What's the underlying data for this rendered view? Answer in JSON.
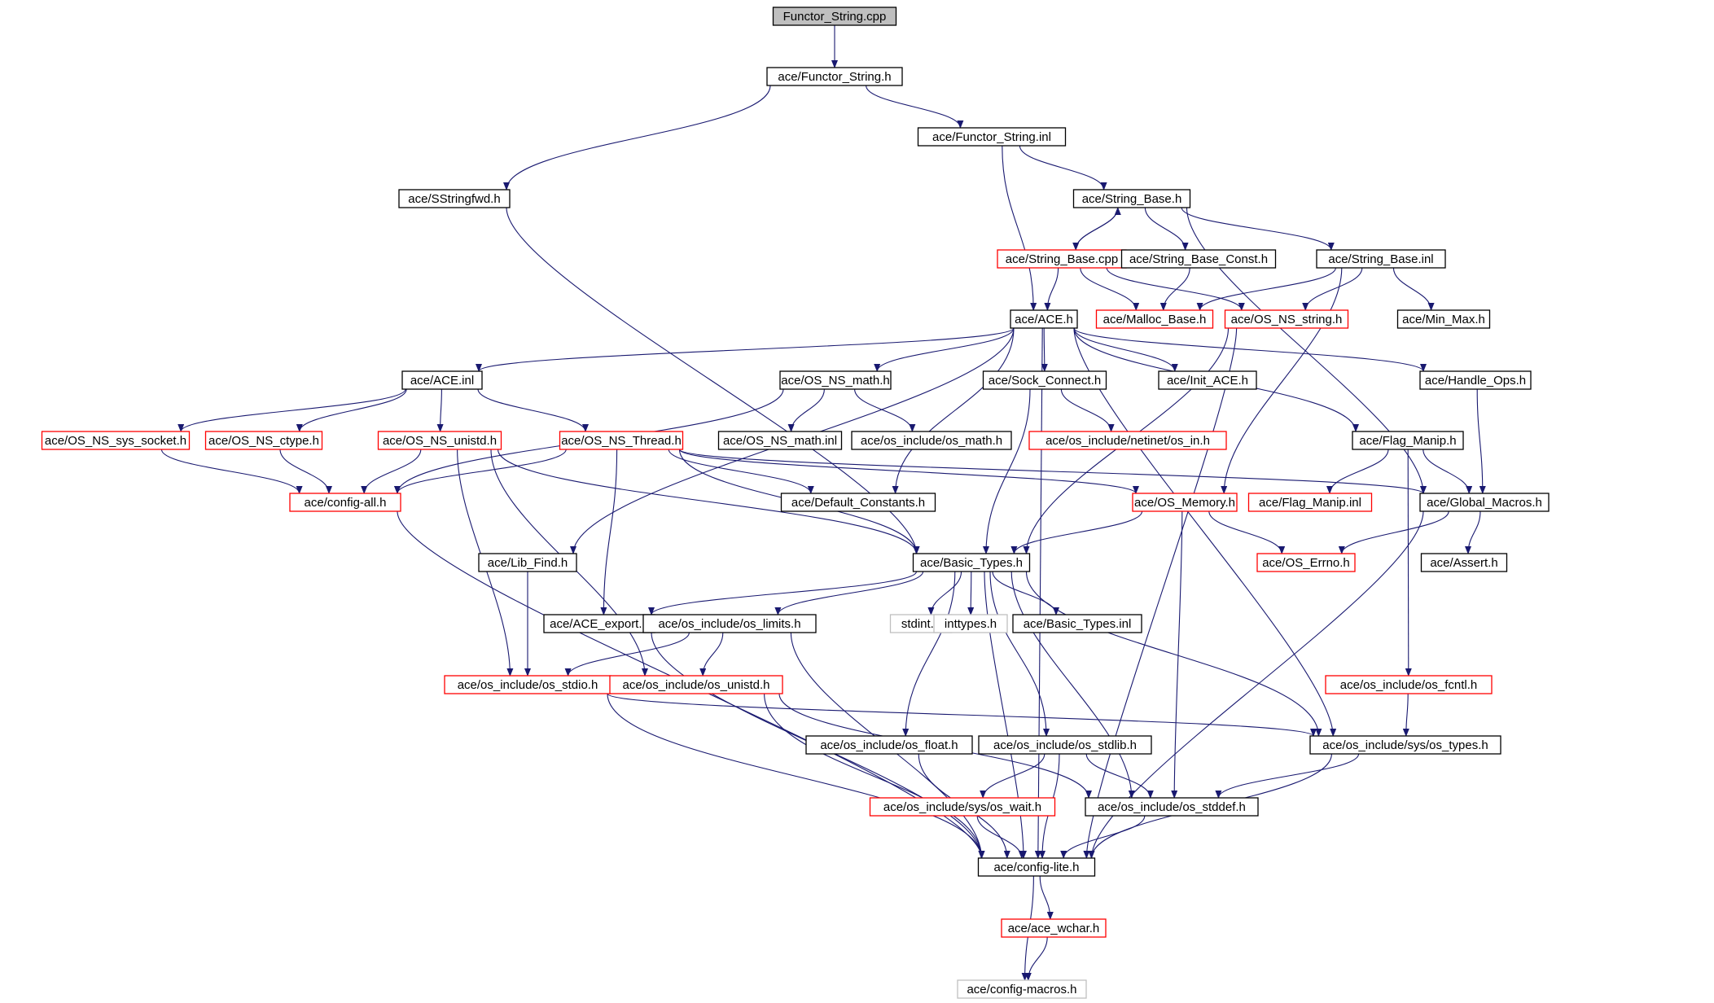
{
  "colors": {
    "edge": "#191970",
    "border_default": "#000000",
    "border_truncated": "#ff0000",
    "border_external": "#bfbfbf",
    "fill_root": "#bfbfbf",
    "fill_default": "#ffffff"
  },
  "nodes": [
    {
      "id": "functor_string_cpp",
      "label": "Functor_String.cpp",
      "style": "root"
    },
    {
      "id": "functor_string_h",
      "label": "ace/Functor_String.h",
      "style": "default"
    },
    {
      "id": "functor_string_inl",
      "label": "ace/Functor_String.inl",
      "style": "default"
    },
    {
      "id": "sstringfwd_h",
      "label": "ace/SStringfwd.h",
      "style": "default"
    },
    {
      "id": "string_base_h",
      "label": "ace/String_Base.h",
      "style": "default"
    },
    {
      "id": "string_base_cpp",
      "label": "ace/String_Base.cpp",
      "style": "truncated"
    },
    {
      "id": "string_base_const_h",
      "label": "ace/String_Base_Const.h",
      "style": "default"
    },
    {
      "id": "string_base_inl",
      "label": "ace/String_Base.inl",
      "style": "default"
    },
    {
      "id": "ace_h",
      "label": "ace/ACE.h",
      "style": "default"
    },
    {
      "id": "malloc_base_h",
      "label": "ace/Malloc_Base.h",
      "style": "truncated"
    },
    {
      "id": "os_ns_string_h",
      "label": "ace/OS_NS_string.h",
      "style": "truncated"
    },
    {
      "id": "min_max_h",
      "label": "ace/Min_Max.h",
      "style": "default"
    },
    {
      "id": "ace_inl",
      "label": "ace/ACE.inl",
      "style": "default"
    },
    {
      "id": "os_ns_math_h",
      "label": "ace/OS_NS_math.h",
      "style": "default"
    },
    {
      "id": "sock_connect_h",
      "label": "ace/Sock_Connect.h",
      "style": "default"
    },
    {
      "id": "init_ace_h",
      "label": "ace/Init_ACE.h",
      "style": "default"
    },
    {
      "id": "handle_ops_h",
      "label": "ace/Handle_Ops.h",
      "style": "default"
    },
    {
      "id": "os_ns_sys_socket_h",
      "label": "ace/OS_NS_sys_socket.h",
      "style": "truncated"
    },
    {
      "id": "os_ns_ctype_h",
      "label": "ace/OS_NS_ctype.h",
      "style": "truncated"
    },
    {
      "id": "os_ns_unistd_h",
      "label": "ace/OS_NS_unistd.h",
      "style": "truncated"
    },
    {
      "id": "os_ns_thread_h",
      "label": "ace/OS_NS_Thread.h",
      "style": "truncated"
    },
    {
      "id": "os_ns_math_inl",
      "label": "ace/OS_NS_math.inl",
      "style": "default"
    },
    {
      "id": "os_math_h",
      "label": "ace/os_include/os_math.h",
      "style": "default"
    },
    {
      "id": "netinet_os_in_h",
      "label": "ace/os_include/netinet/os_in.h",
      "style": "truncated"
    },
    {
      "id": "flag_manip_h",
      "label": "ace/Flag_Manip.h",
      "style": "default"
    },
    {
      "id": "config_all_h",
      "label": "ace/config-all.h",
      "style": "truncated"
    },
    {
      "id": "default_constants_h",
      "label": "ace/Default_Constants.h",
      "style": "default"
    },
    {
      "id": "os_memory_h",
      "label": "ace/OS_Memory.h",
      "style": "truncated"
    },
    {
      "id": "flag_manip_inl",
      "label": "ace/Flag_Manip.inl",
      "style": "truncated"
    },
    {
      "id": "global_macros_h",
      "label": "ace/Global_Macros.h",
      "style": "default"
    },
    {
      "id": "lib_find_h",
      "label": "ace/Lib_Find.h",
      "style": "default"
    },
    {
      "id": "basic_types_h",
      "label": "ace/Basic_Types.h",
      "style": "default"
    },
    {
      "id": "os_errno_h",
      "label": "ace/OS_Errno.h",
      "style": "truncated"
    },
    {
      "id": "assert_h",
      "label": "ace/Assert.h",
      "style": "default"
    },
    {
      "id": "ace_export_h",
      "label": "ace/ACE_export.h",
      "style": "default"
    },
    {
      "id": "os_limits_h",
      "label": "ace/os_include/os_limits.h",
      "style": "default"
    },
    {
      "id": "stdint_h",
      "label": "stdint.h",
      "style": "external"
    },
    {
      "id": "inttypes_h",
      "label": "inttypes.h",
      "style": "external"
    },
    {
      "id": "basic_types_inl",
      "label": "ace/Basic_Types.inl",
      "style": "default"
    },
    {
      "id": "os_stdio_h",
      "label": "ace/os_include/os_stdio.h",
      "style": "truncated"
    },
    {
      "id": "os_unistd_h",
      "label": "ace/os_include/os_unistd.h",
      "style": "truncated"
    },
    {
      "id": "os_fcntl_h",
      "label": "ace/os_include/os_fcntl.h",
      "style": "truncated"
    },
    {
      "id": "os_float_h",
      "label": "ace/os_include/os_float.h",
      "style": "default"
    },
    {
      "id": "os_stdlib_h",
      "label": "ace/os_include/os_stdlib.h",
      "style": "default"
    },
    {
      "id": "sys_os_types_h",
      "label": "ace/os_include/sys/os_types.h",
      "style": "default"
    },
    {
      "id": "sys_os_wait_h",
      "label": "ace/os_include/sys/os_wait.h",
      "style": "truncated"
    },
    {
      "id": "os_stddef_h",
      "label": "ace/os_include/os_stddef.h",
      "style": "default"
    },
    {
      "id": "config_lite_h",
      "label": "ace/config-lite.h",
      "style": "default"
    },
    {
      "id": "ace_wchar_h",
      "label": "ace/ace_wchar.h",
      "style": "truncated"
    },
    {
      "id": "config_macros_h",
      "label": "ace/config-macros.h",
      "style": "external"
    }
  ],
  "edges": [
    [
      "functor_string_cpp",
      "functor_string_h"
    ],
    [
      "functor_string_h",
      "sstringfwd_h"
    ],
    [
      "functor_string_h",
      "functor_string_inl"
    ],
    [
      "functor_string_inl",
      "string_base_h"
    ],
    [
      "functor_string_inl",
      "ace_h"
    ],
    [
      "sstringfwd_h",
      "basic_types_h"
    ],
    [
      "string_base_h",
      "string_base_cpp"
    ],
    [
      "string_base_h",
      "string_base_const_h"
    ],
    [
      "string_base_h",
      "string_base_inl"
    ],
    [
      "string_base_h",
      "global_macros_h"
    ],
    [
      "string_base_cpp",
      "string_base_h"
    ],
    [
      "string_base_cpp",
      "ace_h"
    ],
    [
      "string_base_cpp",
      "malloc_base_h"
    ],
    [
      "string_base_cpp",
      "os_ns_string_h"
    ],
    [
      "string_base_const_h",
      "malloc_base_h"
    ],
    [
      "string_base_inl",
      "malloc_base_h"
    ],
    [
      "string_base_inl",
      "os_ns_string_h"
    ],
    [
      "string_base_inl",
      "min_max_h"
    ],
    [
      "string_base_inl",
      "os_memory_h"
    ],
    [
      "os_ns_string_h",
      "basic_types_h"
    ],
    [
      "os_ns_string_h",
      "config_lite_h"
    ],
    [
      "ace_h",
      "ace_inl"
    ],
    [
      "ace_h",
      "os_ns_math_h"
    ],
    [
      "ace_h",
      "sock_connect_h"
    ],
    [
      "ace_h",
      "init_ace_h"
    ],
    [
      "ace_h",
      "handle_ops_h"
    ],
    [
      "ace_h",
      "flag_manip_h"
    ],
    [
      "ace_h",
      "lib_find_h"
    ],
    [
      "ace_h",
      "default_constants_h"
    ],
    [
      "ace_h",
      "sys_os_types_h"
    ],
    [
      "ace_h",
      "config_lite_h"
    ],
    [
      "ace_inl",
      "os_ns_sys_socket_h"
    ],
    [
      "ace_inl",
      "os_ns_ctype_h"
    ],
    [
      "ace_inl",
      "os_ns_unistd_h"
    ],
    [
      "ace_inl",
      "os_ns_thread_h"
    ],
    [
      "os_ns_sys_socket_h",
      "config_all_h"
    ],
    [
      "os_ns_ctype_h",
      "config_all_h"
    ],
    [
      "os_ns_unistd_h",
      "config_all_h"
    ],
    [
      "os_ns_unistd_h",
      "basic_types_h"
    ],
    [
      "os_ns_unistd_h",
      "os_stdio_h"
    ],
    [
      "os_ns_unistd_h",
      "os_unistd_h"
    ],
    [
      "os_ns_thread_h",
      "config_all_h"
    ],
    [
      "os_ns_thread_h",
      "default_constants_h"
    ],
    [
      "os_ns_thread_h",
      "os_memory_h"
    ],
    [
      "os_ns_thread_h",
      "global_macros_h"
    ],
    [
      "os_ns_thread_h",
      "basic_types_h"
    ],
    [
      "os_ns_thread_h",
      "ace_export_h"
    ],
    [
      "os_ns_math_h",
      "os_ns_math_inl"
    ],
    [
      "os_ns_math_h",
      "os_math_h"
    ],
    [
      "os_ns_math_h",
      "config_all_h"
    ],
    [
      "sock_connect_h",
      "netinet_os_in_h"
    ],
    [
      "sock_connect_h",
      "basic_types_h"
    ],
    [
      "handle_ops_h",
      "global_macros_h"
    ],
    [
      "flag_manip_h",
      "flag_manip_inl"
    ],
    [
      "flag_manip_h",
      "global_macros_h"
    ],
    [
      "flag_manip_h",
      "os_fcntl_h"
    ],
    [
      "os_memory_h",
      "basic_types_h"
    ],
    [
      "os_memory_h",
      "os_errno_h"
    ],
    [
      "os_memory_h",
      "os_stddef_h"
    ],
    [
      "global_macros_h",
      "os_errno_h"
    ],
    [
      "global_macros_h",
      "assert_h"
    ],
    [
      "global_macros_h",
      "config_lite_h"
    ],
    [
      "config_all_h",
      "config_lite_h"
    ],
    [
      "lib_find_h",
      "os_stdio_h"
    ],
    [
      "basic_types_h",
      "ace_export_h"
    ],
    [
      "basic_types_h",
      "os_limits_h"
    ],
    [
      "basic_types_h",
      "stdint_h"
    ],
    [
      "basic_types_h",
      "inttypes_h"
    ],
    [
      "basic_types_h",
      "basic_types_inl"
    ],
    [
      "basic_types_h",
      "os_float_h"
    ],
    [
      "basic_types_h",
      "os_stdlib_h"
    ],
    [
      "basic_types_h",
      "os_stddef_h"
    ],
    [
      "basic_types_h",
      "sys_os_types_h"
    ],
    [
      "basic_types_h",
      "config_lite_h"
    ],
    [
      "ace_export_h",
      "config_lite_h"
    ],
    [
      "os_limits_h",
      "os_stdio_h"
    ],
    [
      "os_limits_h",
      "os_unistd_h"
    ],
    [
      "os_limits_h",
      "config_lite_h"
    ],
    [
      "os_stdio_h",
      "sys_os_types_h"
    ],
    [
      "os_stdio_h",
      "config_lite_h"
    ],
    [
      "os_unistd_h",
      "os_stddef_h"
    ],
    [
      "os_unistd_h",
      "config_lite_h"
    ],
    [
      "os_fcntl_h",
      "sys_os_types_h"
    ],
    [
      "os_float_h",
      "config_lite_h"
    ],
    [
      "os_stdlib_h",
      "sys_os_wait_h"
    ],
    [
      "os_stdlib_h",
      "os_stddef_h"
    ],
    [
      "os_stdlib_h",
      "config_lite_h"
    ],
    [
      "sys_os_types_h",
      "os_stddef_h"
    ],
    [
      "sys_os_types_h",
      "config_lite_h"
    ],
    [
      "sys_os_wait_h",
      "config_lite_h"
    ],
    [
      "os_stddef_h",
      "config_lite_h"
    ],
    [
      "config_lite_h",
      "ace_wchar_h"
    ],
    [
      "config_lite_h",
      "config_macros_h"
    ],
    [
      "ace_wchar_h",
      "config_macros_h"
    ]
  ]
}
